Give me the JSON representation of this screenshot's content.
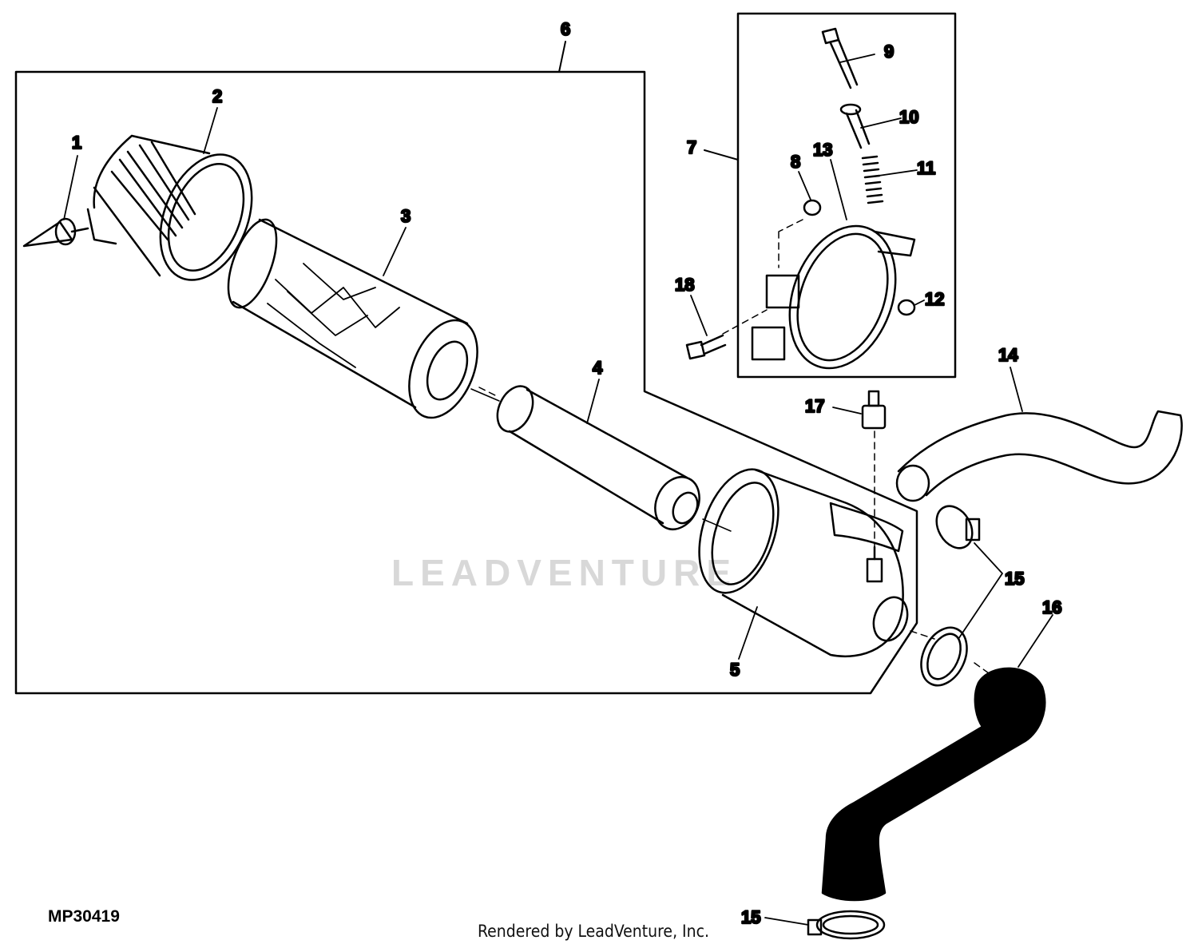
{
  "figure_id": "MP30419",
  "credit": "Rendered by LeadVenture, Inc.",
  "watermark": "LEADVENTURE",
  "callouts": {
    "c1": "1",
    "c2": "2",
    "c3": "3",
    "c4": "4",
    "c5": "5",
    "c6": "6",
    "c7": "7",
    "c8": "8",
    "c9": "9",
    "c10": "10",
    "c11": "11",
    "c12": "12",
    "c13": "13",
    "c14": "14",
    "c15a": "15",
    "c15b": "15",
    "c16": "16",
    "c17": "17",
    "c18": "18"
  },
  "colors": {
    "line": "#000000",
    "hose_fill": "#000000",
    "watermark": "#d8d8d8"
  }
}
